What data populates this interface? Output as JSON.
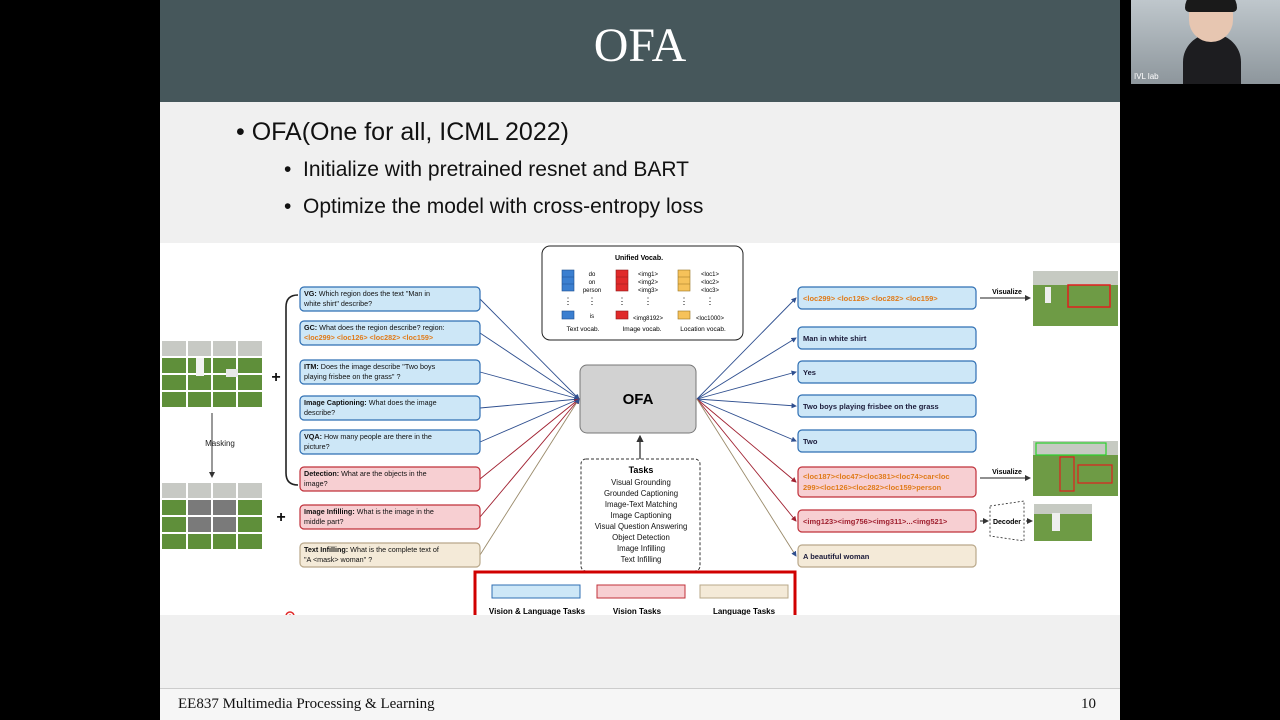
{
  "slide": {
    "title": "OFA",
    "bullet1": "OFA(One for all, ICML 2022)",
    "bullets": [
      "Initialize with pretrained resnet and BART",
      "Optimize the model with cross-entropy loss"
    ],
    "footer": "EE837 Multimedia Processing & Learning",
    "page_number": "10"
  },
  "webcam": {
    "label": "IVL lab"
  },
  "figure": {
    "masking_label": "Masking",
    "plus": "+",
    "vocab": {
      "title": "Unified Vocab.",
      "text_tokens": [
        "do",
        "on",
        "person",
        "is"
      ],
      "img_tokens": [
        "<img1>",
        "<img2>",
        "<img3>",
        "<img8192>"
      ],
      "loc_tokens": [
        "<loc1>",
        "<loc2>",
        "<loc3>",
        "<loc1000>"
      ],
      "labels": [
        "Text vocab.",
        "Image vocab.",
        "Location vocab."
      ]
    },
    "inputs": [
      {
        "bold": "VG:",
        "text": " Which region does the text \"Man in",
        "text2": "white shirt\" describe?",
        "type": "vl"
      },
      {
        "bold": "GC:",
        "text": " What does the region describe? region:",
        "text2": "<loc299> <loc126> <loc282> <loc159>",
        "type": "vl_loc"
      },
      {
        "bold": "ITM:",
        "text": " Does the image describe \"Two boys",
        "text2": "playing frisbee on the grass\" ?",
        "type": "vl"
      },
      {
        "bold": "Image Captioning:",
        "text": " What does the image",
        "text2": "describe?",
        "type": "vl"
      },
      {
        "bold": "VQA:",
        "text": " How many people are there in the",
        "text2": "picture?",
        "type": "vl"
      },
      {
        "bold": "Detection:",
        "text": " What are the objects in the",
        "text2": "image?",
        "type": "v"
      },
      {
        "bold": "Image Infilling:",
        "text": " What is the image in the",
        "text2": "middle part?",
        "type": "v"
      },
      {
        "bold": "Text Infilling:",
        "text": " What is the complete text of",
        "text2": "\"A <mask> woman\" ?",
        "type": "l"
      }
    ],
    "model_label": "OFA",
    "tasks": {
      "title": "Tasks",
      "items": [
        "Visual Grounding",
        "Grounded Captioning",
        "Image-Text Matching",
        "Image Captioning",
        "Visual Question Answering",
        "Object Detection",
        "Image Infilling",
        "Text Infilling"
      ]
    },
    "outputs": [
      {
        "text": "<loc299> <loc126> <loc282> <loc159>",
        "type": "vl_loc"
      },
      {
        "text": "Man in white shirt",
        "type": "vl"
      },
      {
        "text": "Yes",
        "type": "vl"
      },
      {
        "text": "Two boys playing frisbee on the grass",
        "type": "vl"
      },
      {
        "text": "Two",
        "type": "vl"
      },
      {
        "text": "<loc187><loc47><loc381><loc74>car<loc",
        "text2": "299><loc126><loc282><loc159>person",
        "type": "v"
      },
      {
        "text": "<img123><img756><img311>...<img521>",
        "type": "v"
      },
      {
        "text": "A beautiful woman",
        "type": "l"
      }
    ],
    "visualize_label": "Visualize",
    "decoder_label": "Decoder",
    "legend": [
      "Vision & Language Tasks",
      "Vision Tasks",
      "Language Tasks"
    ]
  },
  "colors": {
    "title_bar": "#46575b",
    "vl_fill": "#cde7f7",
    "vl_stroke": "#2f6fb3",
    "v_fill": "#f7cfd2",
    "v_stroke": "#c0303a",
    "l_fill": "#f4ead8",
    "l_stroke": "#b9a88a",
    "loc_text": "#e07b1a",
    "legend_border": "#d00000"
  }
}
